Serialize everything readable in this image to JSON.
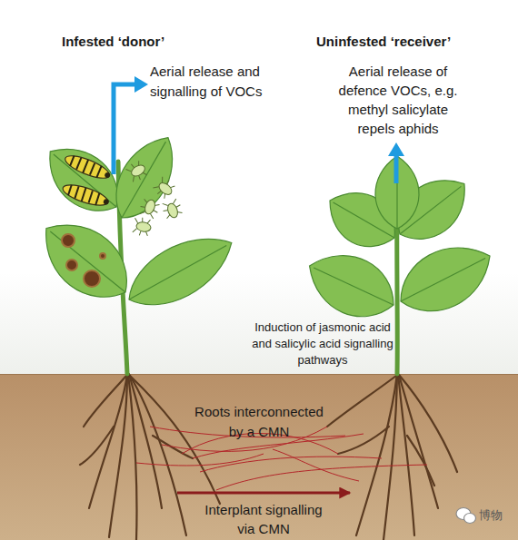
{
  "diagram": {
    "nodes": [
      {
        "text": [
          "Infested ‘donor’"
        ]
      },
      {
        "text": [
          "Uninfested ‘receiver’"
        ]
      }
    ],
    "edges": [
      {
        "from": 0,
        "to": 1,
        "label": "Interplant signalling via CMN",
        "arrow": "to"
      }
    ],
    "labels": [
      "Aerial release and signalling of VOCs",
      "Aerial release of defence VOCs, e.g. methyl salicylate repels aphids",
      "Induction of jasmonic acid and salicylic acid signalling pathways",
      "Roots interconnected by a CMN",
      "博物"
    ]
  }
}
